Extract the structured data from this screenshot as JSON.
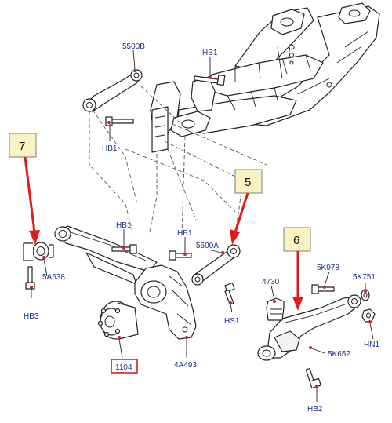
{
  "labels": {
    "p5500b": "5500B",
    "hb1_top": "HB1",
    "hb1_left": "HB1",
    "hb1_mid": "HB1",
    "hb1_right": "HB1",
    "p5500a": "5500A",
    "p5a638": "5A638",
    "hb3": "HB3",
    "p1104": "1104",
    "p4a493": "4A493",
    "hs1": "HS1",
    "p4730": "4730",
    "p5k978": "5K978",
    "p5k751": "5K751",
    "hn1": "HN1",
    "p5k652": "5K652",
    "hb2": "HB2"
  },
  "callouts": {
    "c7": "7",
    "c5": "5",
    "c6": "6"
  },
  "colors": {
    "callout_fill": "#fbf2c2",
    "arrow": "#e3191a",
    "label_text": "#1d2f8a",
    "highlight_box": "#d0202a"
  }
}
